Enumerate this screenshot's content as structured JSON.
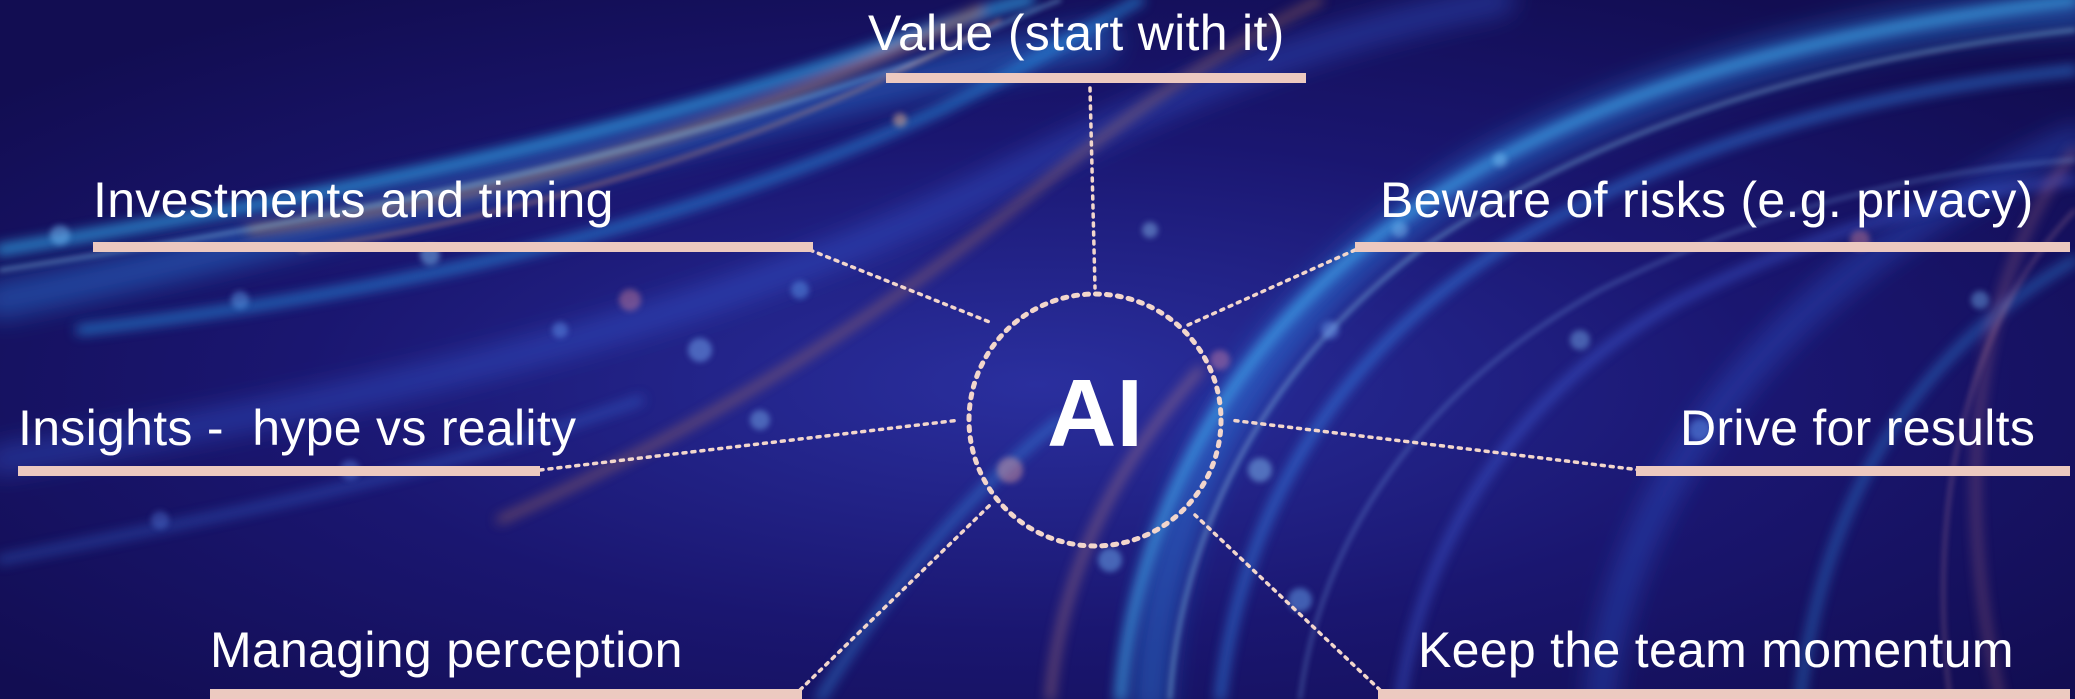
{
  "diagram": {
    "center": {
      "label": "AI"
    },
    "nodes": [
      {
        "id": "value",
        "label": "Value (start with it)"
      },
      {
        "id": "investments",
        "label": "Investments and timing"
      },
      {
        "id": "risks",
        "label": "Beware of risks (e.g. privacy)"
      },
      {
        "id": "insights",
        "label": "Insights -  hype vs reality"
      },
      {
        "id": "results",
        "label": "Drive for results"
      },
      {
        "id": "perception",
        "label": "Managing perception"
      },
      {
        "id": "momentum",
        "label": "Keep the team momentum"
      }
    ]
  },
  "colors": {
    "background": "#14105a",
    "accent_bar": "#ecc9c0",
    "dotted_line": "#f2d6cc",
    "text": "#ffffff"
  }
}
